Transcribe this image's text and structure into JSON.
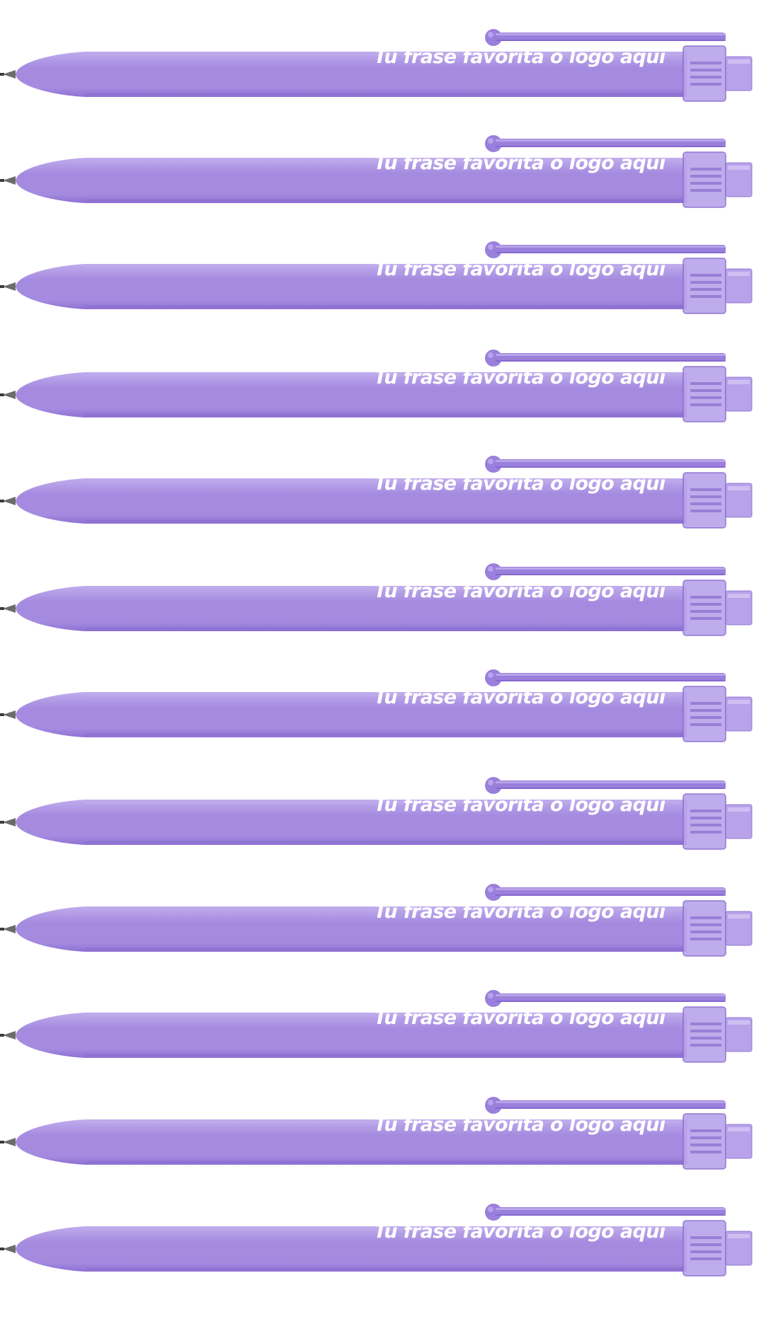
{
  "image": {
    "subject": "pen",
    "count": 12,
    "pen_imprint_text": "Tu frase favorita o logo aquí"
  },
  "colors": {
    "background": "#ffffff",
    "barrel": "#a58be0",
    "barrel_shadow": "#8d70d3",
    "barrel_highlight": "#c0acec",
    "clip": "#9a7fdc",
    "clip_dark": "#7e60c8",
    "cap_clear": "#b8a3ea",
    "tip_metal": "#6b6b6b",
    "imprint_text": "#ffffff"
  },
  "pens": [
    {
      "label": "Tu frase favorita o logo aquí"
    },
    {
      "label": "Tu frase favorita o logo aquí"
    },
    {
      "label": "Tu frase favorita o logo aquí"
    },
    {
      "label": "Tu frase favorita o logo aquí"
    },
    {
      "label": "Tu frase favorita o logo aquí"
    },
    {
      "label": "Tu frase favorita o logo aquí"
    },
    {
      "label": "Tu frase favorita o logo aquí"
    },
    {
      "label": "Tu frase favorita o logo aquí"
    },
    {
      "label": "Tu frase favorita o logo aquí"
    },
    {
      "label": "Tu frase favorita o logo aquí"
    },
    {
      "label": "Tu frase favorita o logo aquí"
    },
    {
      "label": "Tu frase favorita o logo aquí"
    }
  ]
}
